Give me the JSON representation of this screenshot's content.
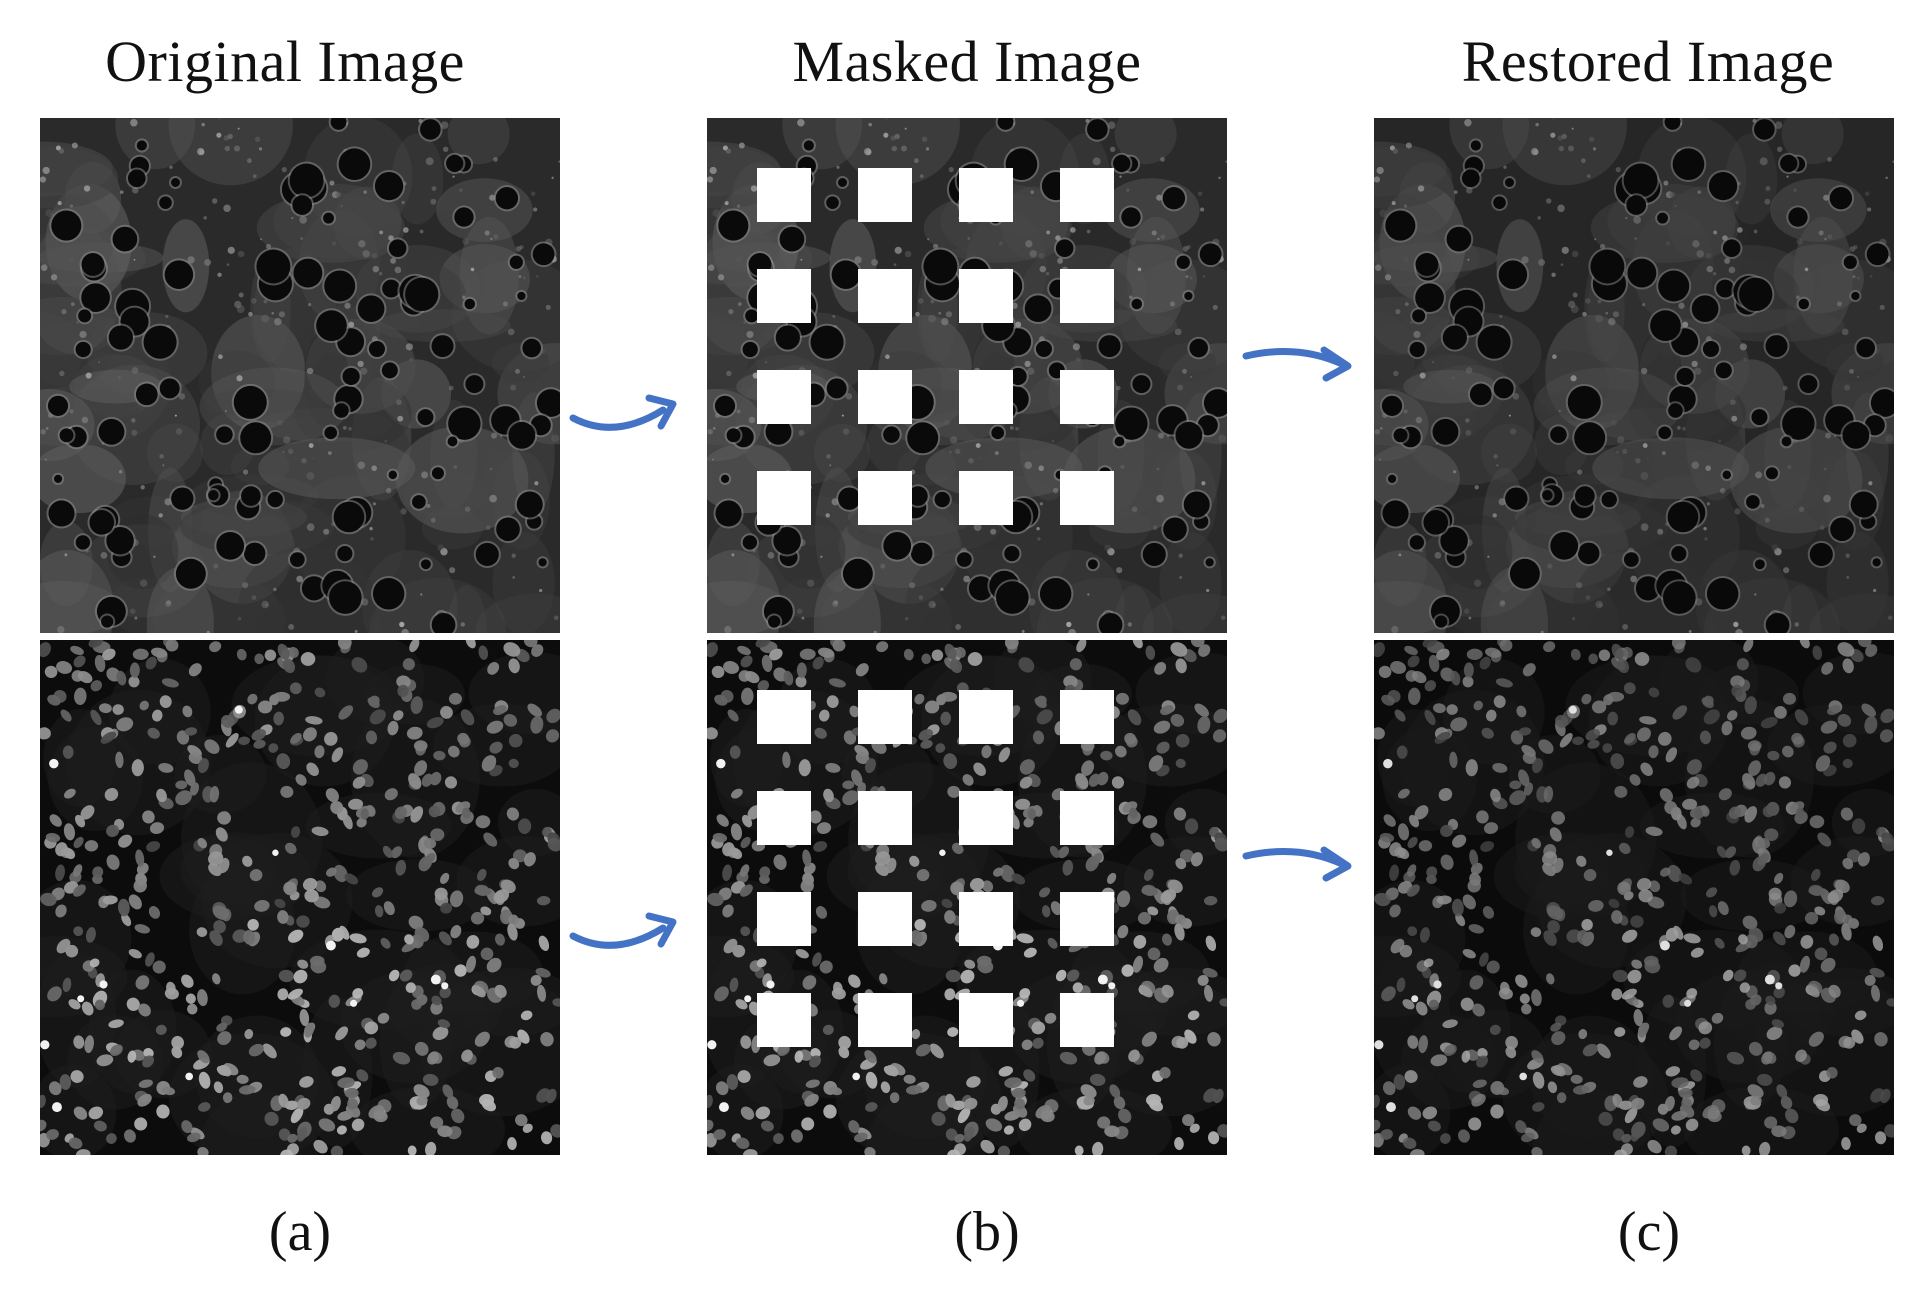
{
  "columns": [
    {
      "title": "Original Image",
      "caption": "(a)"
    },
    {
      "title": "Masked Image",
      "caption": "(b)"
    },
    {
      "title": "Restored Image",
      "caption": "(c)"
    }
  ],
  "colors": {
    "arrow": "#4472C4",
    "mask": "#ffffff",
    "background": "#ffffff"
  }
}
